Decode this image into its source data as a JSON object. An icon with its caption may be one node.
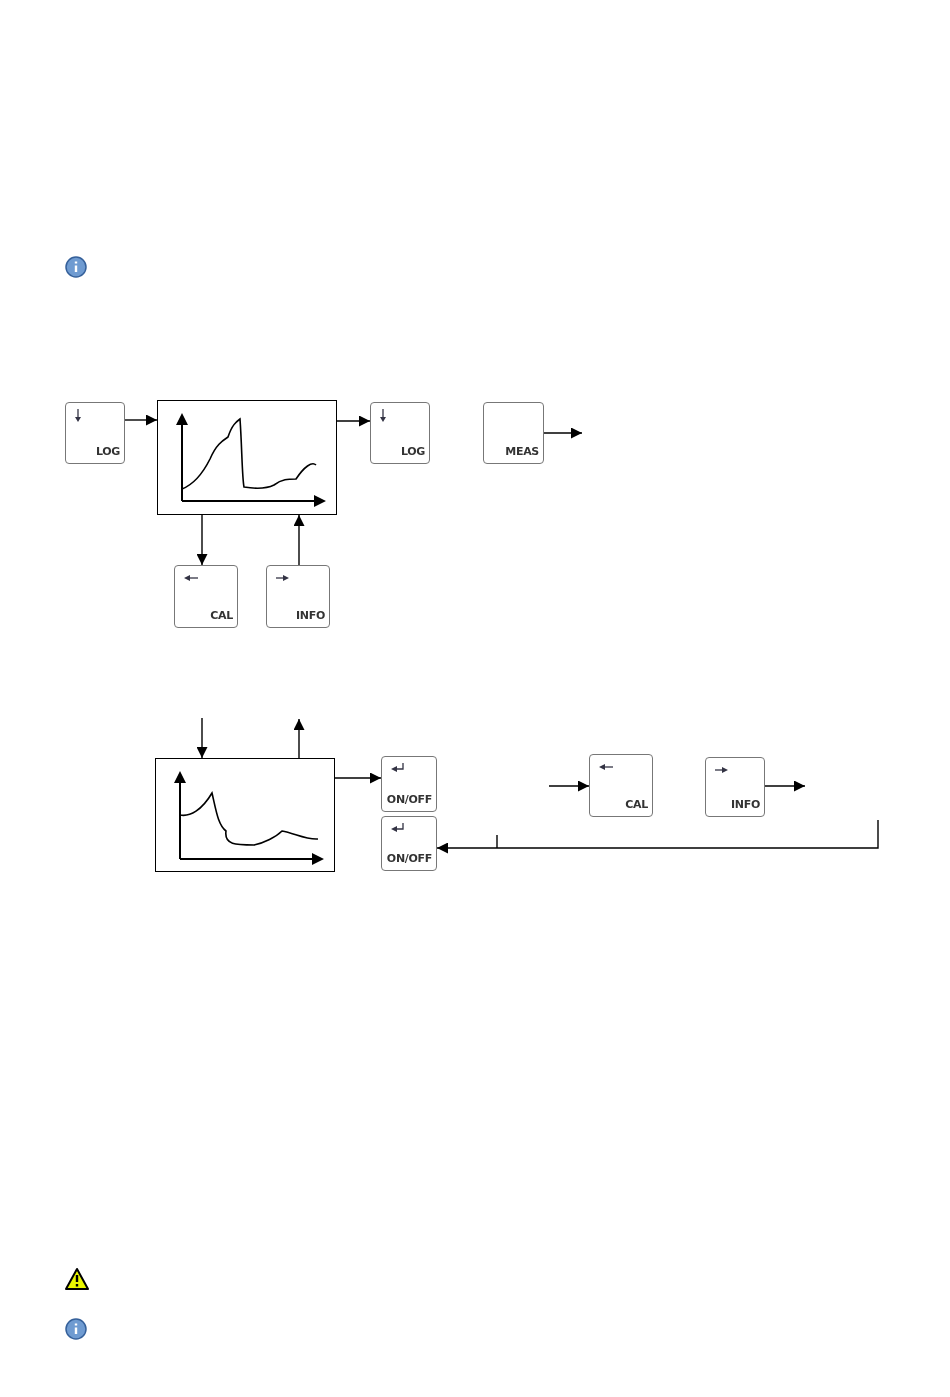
{
  "diagram": {
    "nodes": [
      {
        "text": [
          "LOG"
        ]
      },
      {
        "text": [],
        "shape": "box"
      },
      {
        "text": [
          "LOG"
        ]
      },
      {
        "text": [
          "MEAS"
        ]
      },
      {
        "text": [
          "CAL"
        ]
      },
      {
        "text": [
          "INFO"
        ]
      },
      {
        "text": [],
        "shape": "box"
      },
      {
        "text": [
          "ON/OFF"
        ]
      },
      {
        "text": [
          "ON/OFF"
        ]
      },
      {
        "text": [
          "CAL"
        ]
      },
      {
        "text": [
          "INFO"
        ]
      }
    ],
    "edges": [
      {
        "from": 0,
        "to": 1,
        "arrow": "to"
      },
      {
        "from": 1,
        "to": 2,
        "arrow": "to"
      },
      {
        "from": 3,
        "to": null,
        "arrow": "to"
      },
      {
        "from": 1,
        "to": 4,
        "arrow": "to"
      },
      {
        "from": 5,
        "to": 1,
        "arrow": "to"
      },
      {
        "from": null,
        "to": 6,
        "arrow": "to"
      },
      {
        "from": 6,
        "to": null,
        "arrow": "to"
      },
      {
        "from": 6,
        "to": 7,
        "arrow": "to"
      },
      {
        "from": null,
        "to": 9,
        "arrow": "to"
      },
      {
        "from": 10,
        "to": null,
        "arrow": "to"
      },
      {
        "from": null,
        "to": 8,
        "arrow": "to"
      }
    ]
  }
}
